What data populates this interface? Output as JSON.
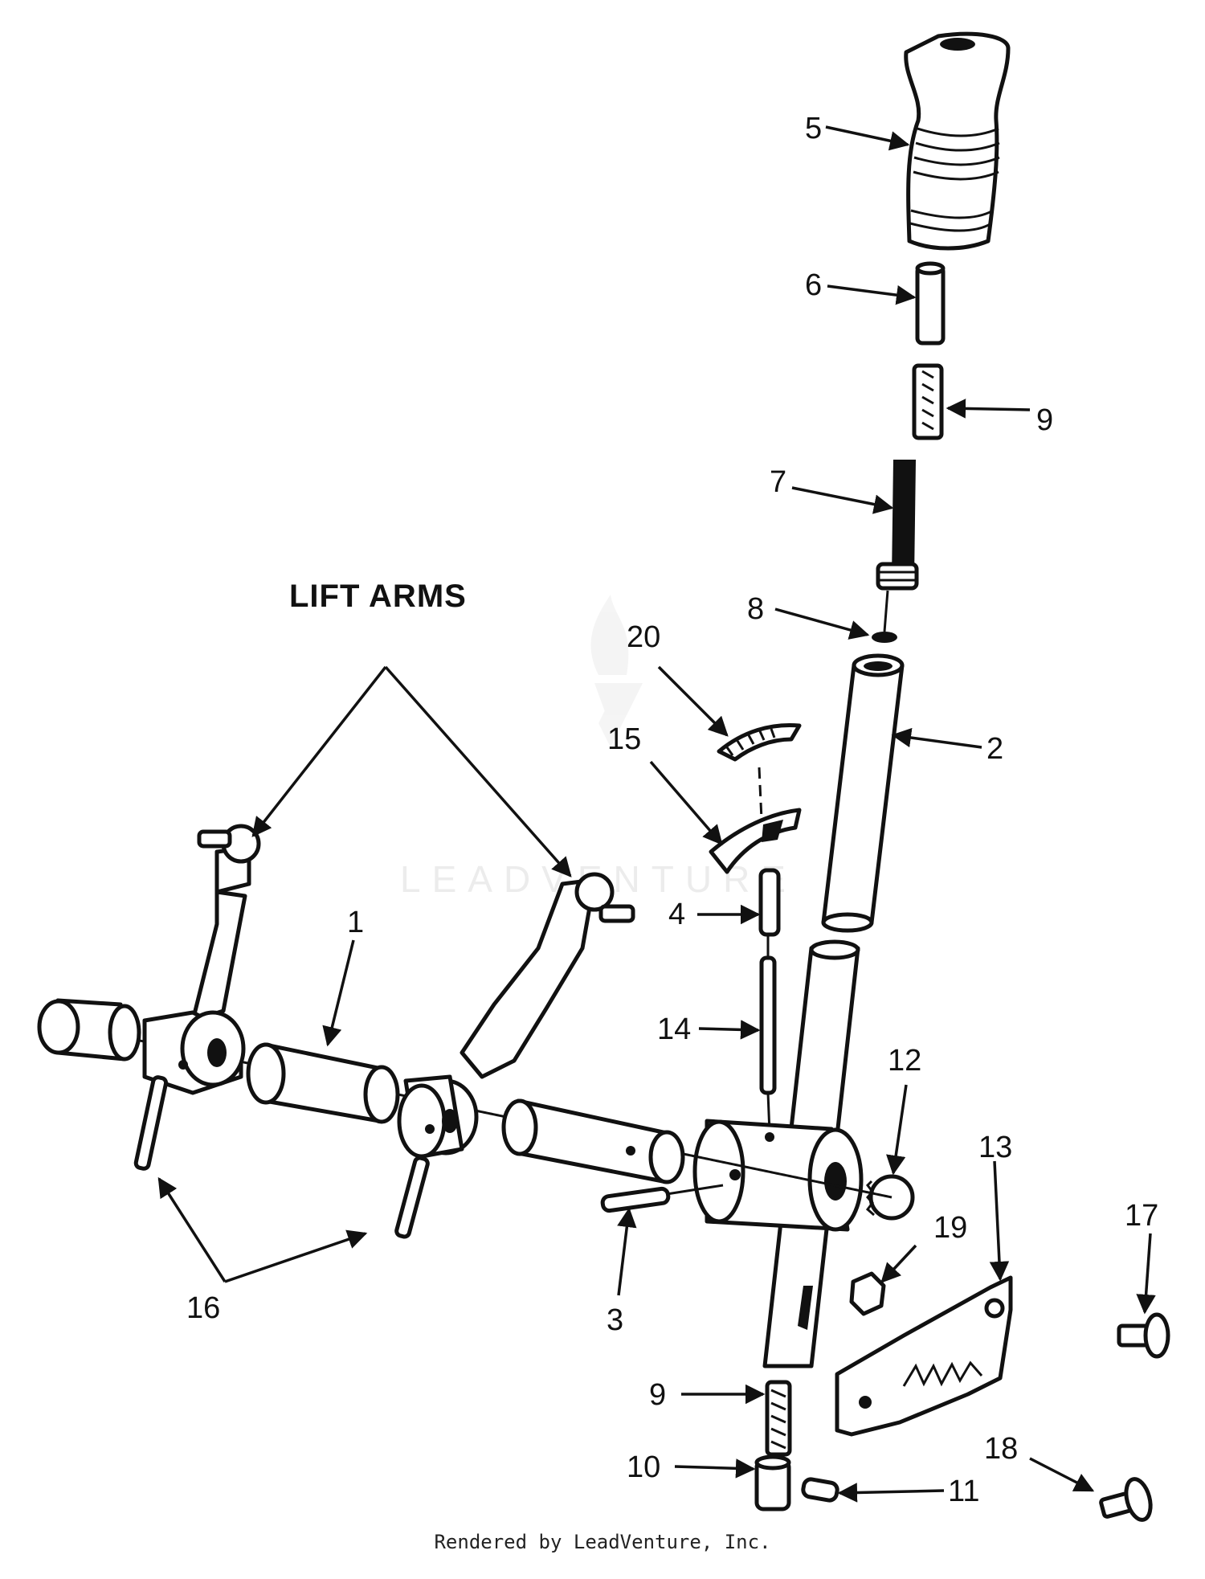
{
  "diagram": {
    "heading": "LIFT ARMS",
    "watermark": "LEADVENTURE",
    "footer": "Rendered by LeadVenture, Inc.",
    "callouts": [
      {
        "id": "c5",
        "text": "5"
      },
      {
        "id": "c6",
        "text": "6"
      },
      {
        "id": "c9a",
        "text": "9"
      },
      {
        "id": "c7",
        "text": "7"
      },
      {
        "id": "c8",
        "text": "8"
      },
      {
        "id": "c20",
        "text": "20"
      },
      {
        "id": "c2",
        "text": "2"
      },
      {
        "id": "c15",
        "text": "15"
      },
      {
        "id": "c4",
        "text": "4"
      },
      {
        "id": "c1",
        "text": "1"
      },
      {
        "id": "c14",
        "text": "14"
      },
      {
        "id": "c12",
        "text": "12"
      },
      {
        "id": "c13",
        "text": "13"
      },
      {
        "id": "c19",
        "text": "19"
      },
      {
        "id": "c17",
        "text": "17"
      },
      {
        "id": "c3",
        "text": "3"
      },
      {
        "id": "c16",
        "text": "16"
      },
      {
        "id": "c9b",
        "text": "9"
      },
      {
        "id": "c10",
        "text": "10"
      },
      {
        "id": "c11",
        "text": "11"
      },
      {
        "id": "c18",
        "text": "18"
      }
    ]
  }
}
